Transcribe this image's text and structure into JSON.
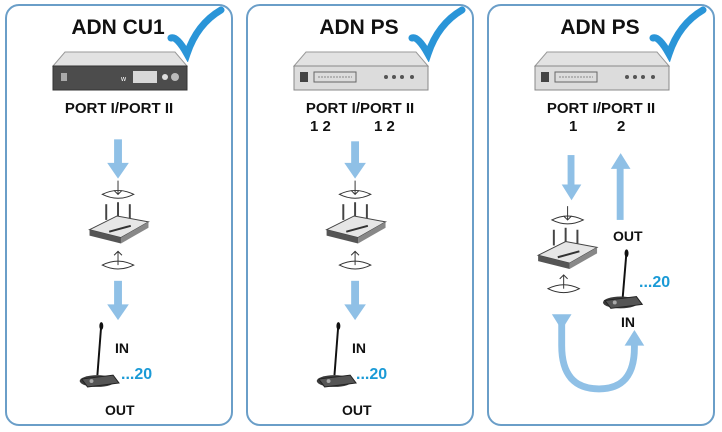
{
  "colors": {
    "accent": "#1a9ad6",
    "arrow": "#8fc0e6",
    "border": "#6a9ec8",
    "check": "#2a95d8"
  },
  "panels": [
    {
      "title": "ADN CU1",
      "port_label": "PORT I/PORT II",
      "in_label": "IN",
      "out_label": "OUT",
      "count": "...20"
    },
    {
      "title": "ADN PS",
      "port_label": "PORT I/PORT II",
      "port_numbers_left": "1 2",
      "port_numbers_right": "1 2",
      "in_label": "IN",
      "out_label": "OUT",
      "count": "...20"
    },
    {
      "title": "ADN PS",
      "port_label": "PORT I/PORT II",
      "port_number_1": "1",
      "port_number_2": "2",
      "in_label": "IN",
      "out_label": "OUT",
      "count": "...20"
    }
  ],
  "icons": [
    "checkmark-icon",
    "central-unit-icon",
    "power-supply-icon",
    "antenna-unit-icon",
    "microphone-unit-icon",
    "arrow-down-icon",
    "arrow-up-icon"
  ]
}
